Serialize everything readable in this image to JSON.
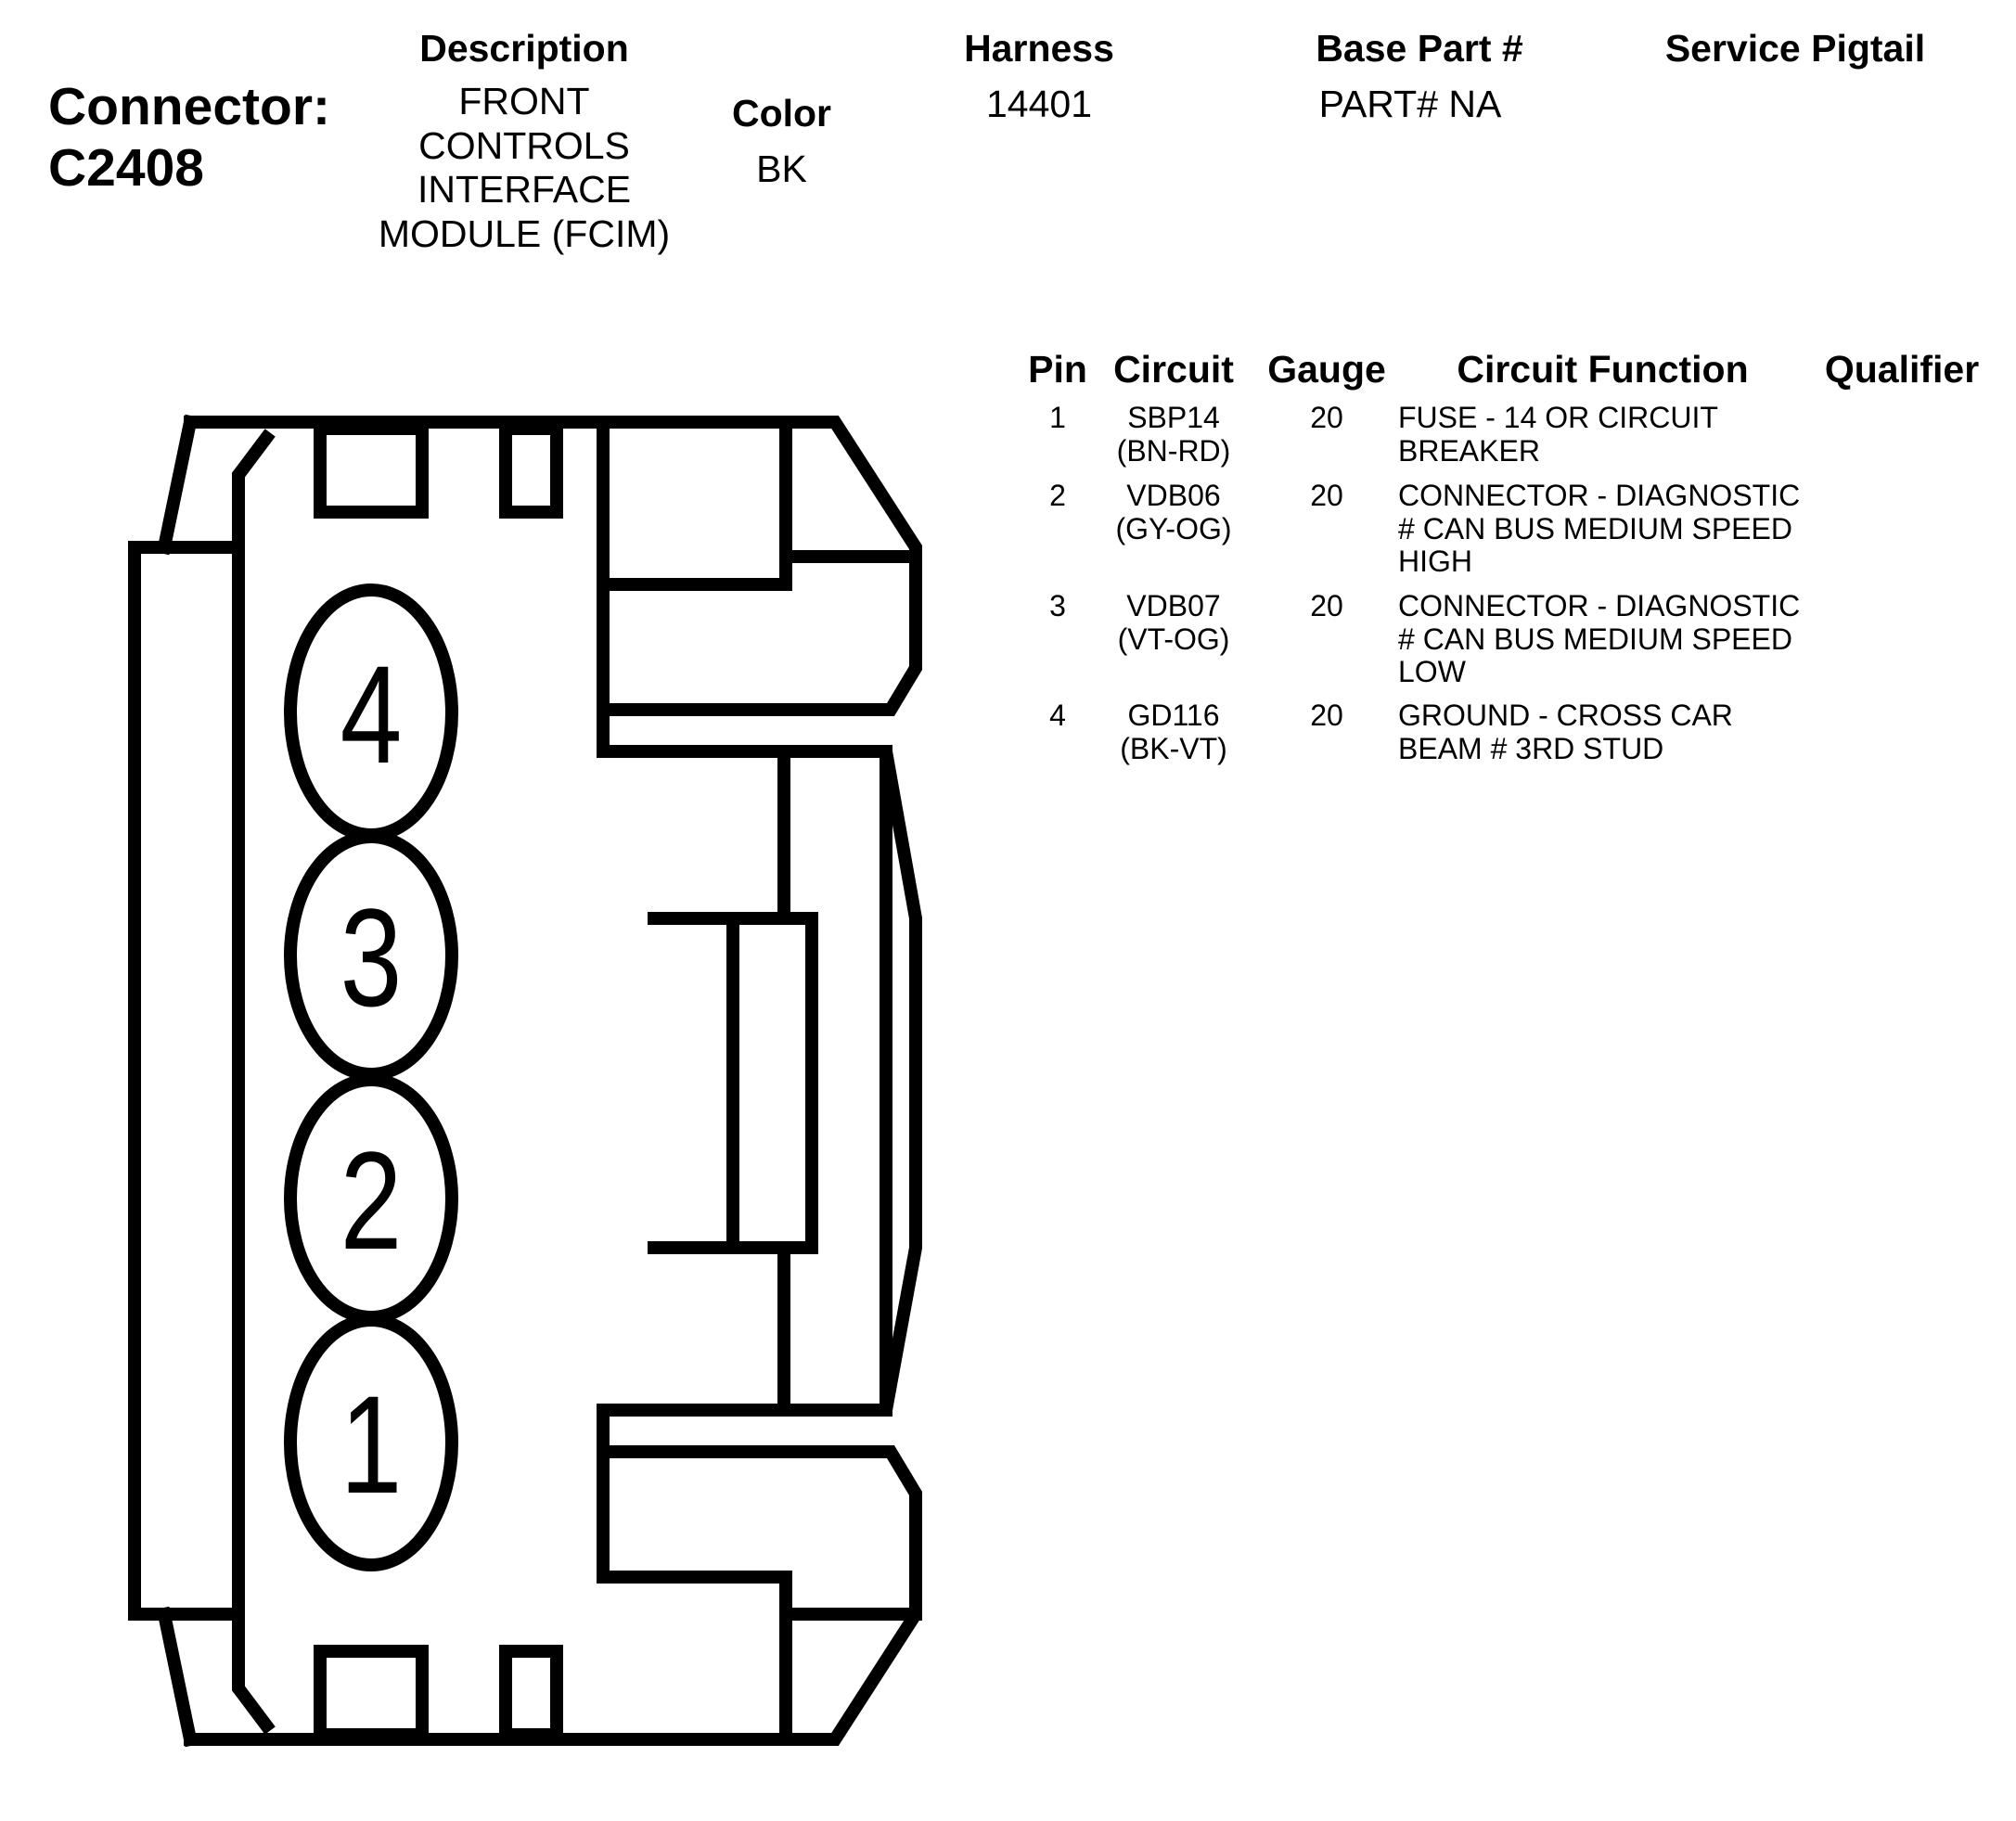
{
  "connector": {
    "label": "Connector:",
    "id": "C2408"
  },
  "header": {
    "description_label": "Description",
    "description_value": "FRONT\nCONTROLS\nINTERFACE\nMODULE (FCIM)",
    "color_label": "Color",
    "color_value": "BK",
    "harness_label": "Harness",
    "harness_value": "14401",
    "base_part_label": "Base Part #",
    "base_part_value": "PART# NA",
    "service_pigtail_label": "Service Pigtail"
  },
  "table": {
    "headers": {
      "pin": "Pin",
      "circuit": "Circuit",
      "gauge": "Gauge",
      "circuit_function": "Circuit Function",
      "qualifier": "Qualifier"
    },
    "rows": [
      {
        "pin": "1",
        "circuit": "SBP14\n(BN-RD)",
        "gauge": "20",
        "function": "FUSE - 14 OR CIRCUIT\nBREAKER"
      },
      {
        "pin": "2",
        "circuit": "VDB06\n(GY-OG)",
        "gauge": "20",
        "function": "CONNECTOR - DIAGNOSTIC\n# CAN BUS MEDIUM SPEED\nHIGH"
      },
      {
        "pin": "3",
        "circuit": "VDB07\n(VT-OG)",
        "gauge": "20",
        "function": "CONNECTOR - DIAGNOSTIC\n# CAN BUS MEDIUM SPEED\nLOW"
      },
      {
        "pin": "4",
        "circuit": "GD116\n(BK-VT)",
        "gauge": "20",
        "function": "GROUND - CROSS CAR\nBEAM # 3RD STUD"
      }
    ]
  },
  "diagram": {
    "pin_labels": [
      "4",
      "3",
      "2",
      "1"
    ],
    "stroke_color": "#000000",
    "fill_color": "#ffffff"
  }
}
